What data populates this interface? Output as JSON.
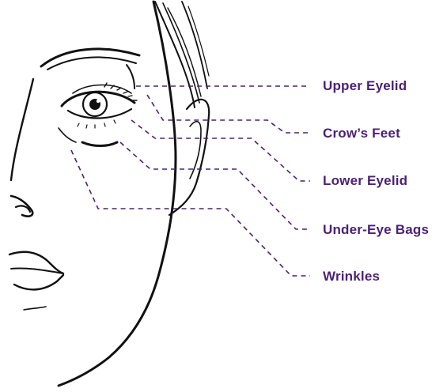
{
  "colors": {
    "accent": "#4b2175",
    "line_art": "#111111",
    "background": "#ffffff"
  },
  "labels": {
    "upper_eyelid": "Upper Eyelid",
    "crows_feet": "Crow’s Feet",
    "lower_eyelid": "Lower Eyelid",
    "under_eye_bags": "Under-Eye Bags",
    "wrinkles": "Wrinkles"
  }
}
